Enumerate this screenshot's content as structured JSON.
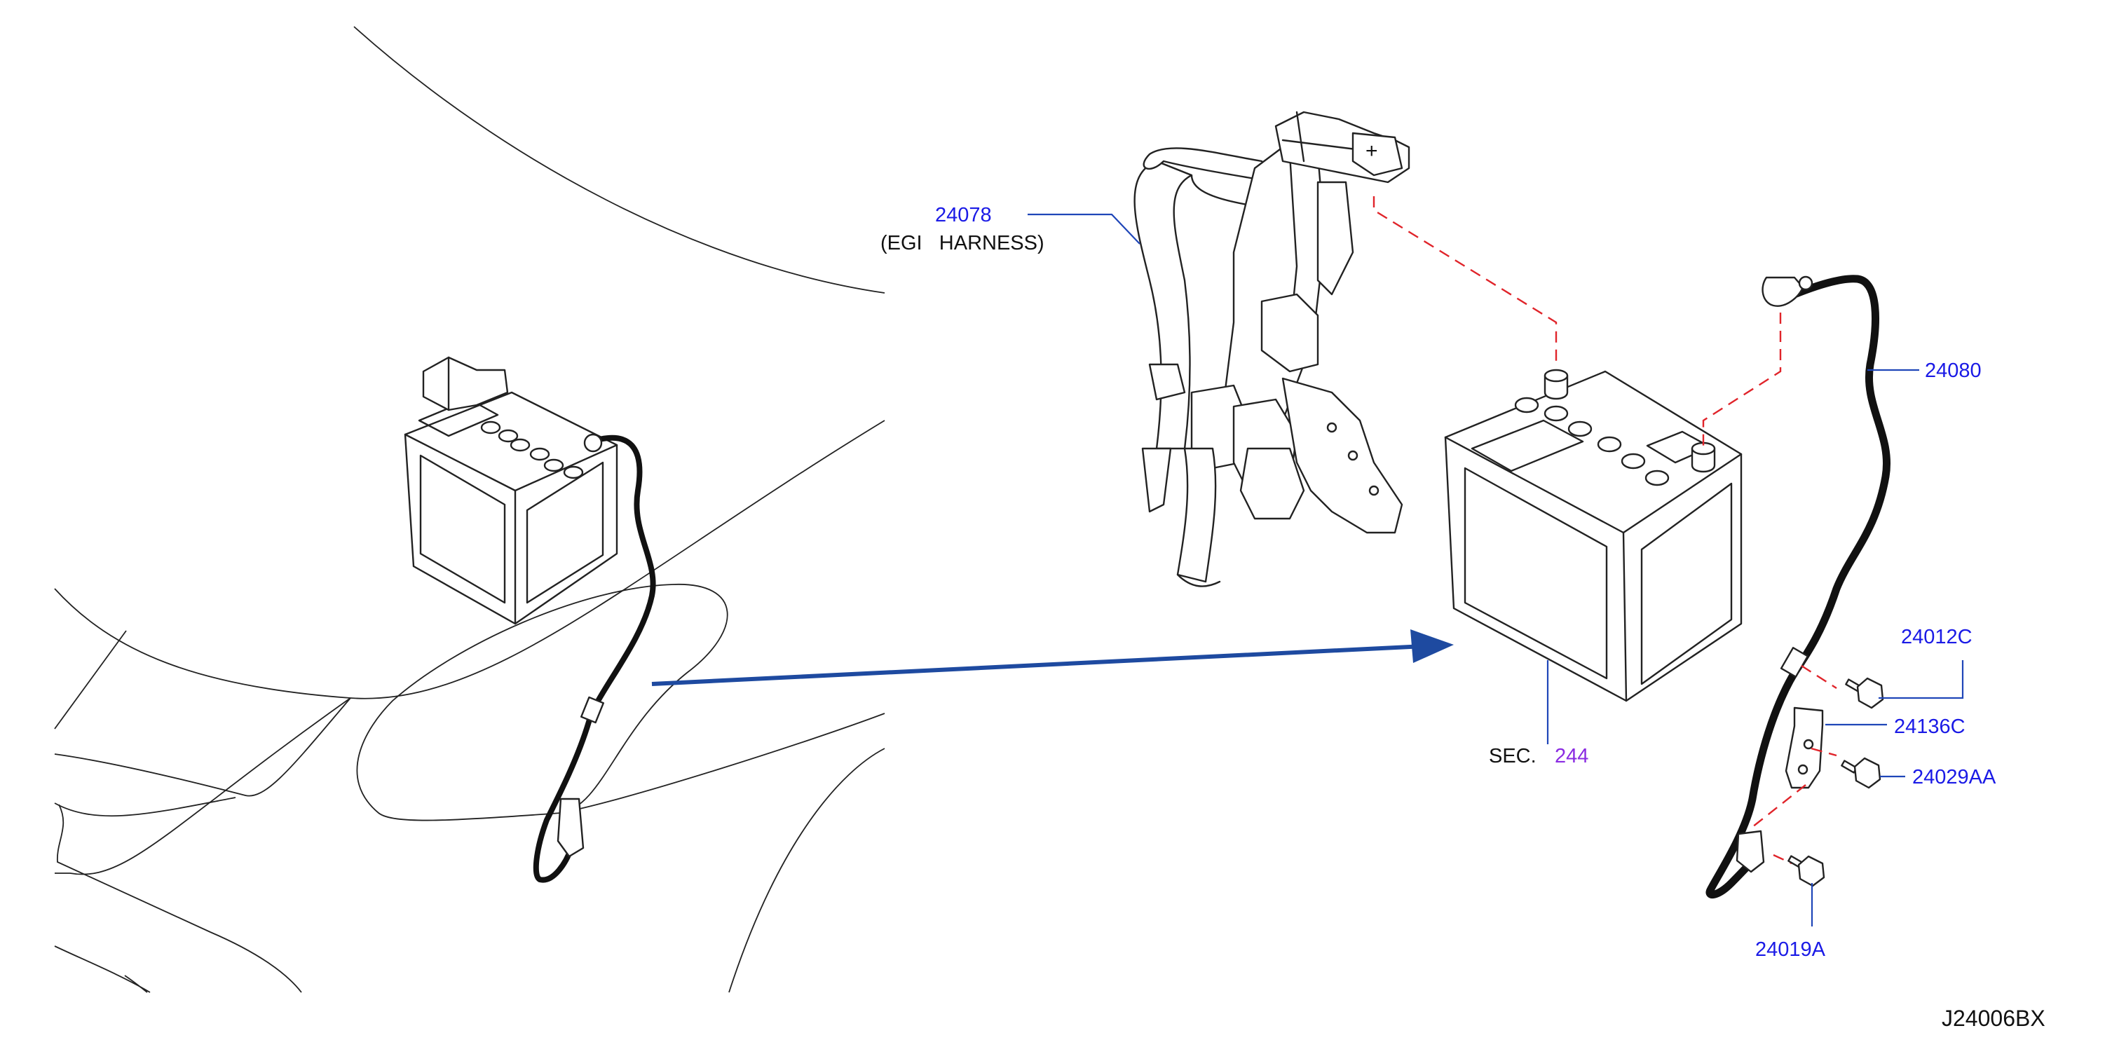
{
  "colors": {
    "part_number": "#1a1ae6",
    "section_ref": "#8a2be2",
    "leader": "#1f46b8",
    "dashed_connection": "#e0242a",
    "arrow": "#1e4aa0",
    "line_art": "#222222"
  },
  "callouts": {
    "harness_number": "24078",
    "harness_desc": "(EGI   HARNESS)",
    "cable": "24080",
    "bolt_c": "24012C",
    "bracket": "24136C",
    "bolt_aa": "24029AA",
    "bolt_a": "24019A",
    "sec_prefix": "SEC.",
    "sec_number": "244",
    "drawing_code": "J24006BX"
  },
  "battery_plus_mark": "+"
}
